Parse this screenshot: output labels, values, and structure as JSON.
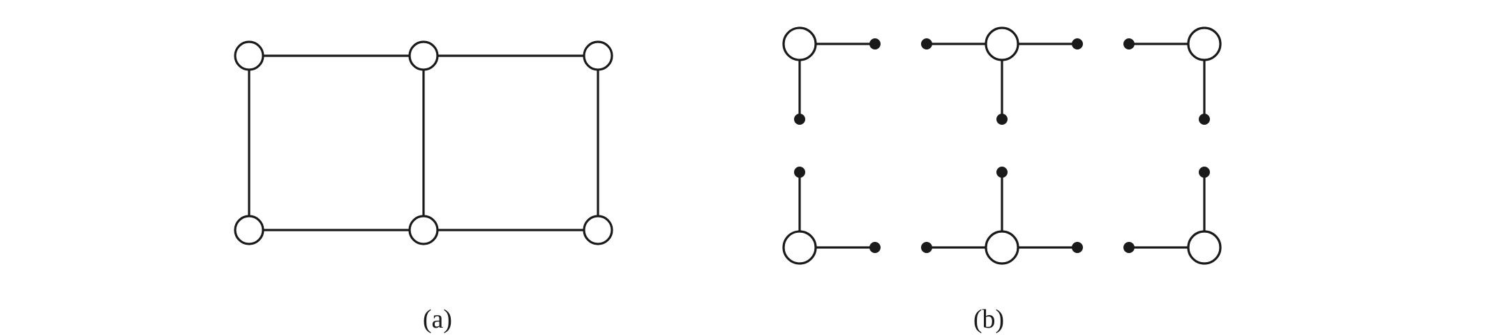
{
  "figure": {
    "captions": {
      "a": "(a)",
      "b": "(b)"
    },
    "colors": {
      "stroke": "#1a1a1a",
      "background": "#ffffff"
    }
  },
  "graph_a": {
    "description_kind": "grid-graph",
    "rows": 2,
    "cols": 3,
    "nodes": [
      {
        "id": "a-r0c0",
        "row": 0,
        "col": 0
      },
      {
        "id": "a-r0c1",
        "row": 0,
        "col": 1
      },
      {
        "id": "a-r0c2",
        "row": 0,
        "col": 2
      },
      {
        "id": "a-r1c0",
        "row": 1,
        "col": 0
      },
      {
        "id": "a-r1c1",
        "row": 1,
        "col": 1
      },
      {
        "id": "a-r1c2",
        "row": 1,
        "col": 2
      }
    ],
    "edges": [
      [
        "a-r0c0",
        "a-r0c1"
      ],
      [
        "a-r0c1",
        "a-r0c2"
      ],
      [
        "a-r1c0",
        "a-r1c1"
      ],
      [
        "a-r1c1",
        "a-r1c2"
      ],
      [
        "a-r0c0",
        "a-r1c0"
      ],
      [
        "a-r0c1",
        "a-r1c1"
      ],
      [
        "a-r0c2",
        "a-r1c2"
      ]
    ]
  },
  "graph_b": {
    "description_kind": "star-decomposition",
    "stars": [
      {
        "id": "b-r0c0",
        "row": 0,
        "col": 0,
        "leaves": [
          "right",
          "down"
        ]
      },
      {
        "id": "b-r0c1",
        "row": 0,
        "col": 1,
        "leaves": [
          "left",
          "right",
          "down"
        ]
      },
      {
        "id": "b-r0c2",
        "row": 0,
        "col": 2,
        "leaves": [
          "left",
          "down"
        ]
      },
      {
        "id": "b-r1c0",
        "row": 1,
        "col": 0,
        "leaves": [
          "up",
          "right"
        ]
      },
      {
        "id": "b-r1c1",
        "row": 1,
        "col": 1,
        "leaves": [
          "left",
          "right",
          "up"
        ]
      },
      {
        "id": "b-r1c2",
        "row": 1,
        "col": 2,
        "leaves": [
          "left",
          "up"
        ]
      }
    ]
  }
}
